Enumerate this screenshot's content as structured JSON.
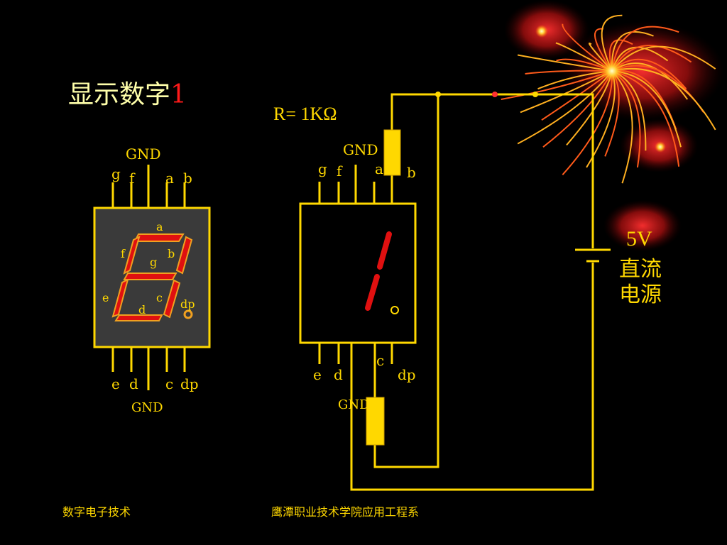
{
  "slide": {
    "title_text": "显示数字",
    "title_digit": "1",
    "resistor_label": "R= 1KΩ",
    "power_voltage": "5V",
    "power_name": "直流电源"
  },
  "left_display": {
    "pin_labels_top": [
      "g",
      "f",
      "a",
      "b"
    ],
    "gnd_top": "GND",
    "pin_labels_bottom": [
      "e",
      "d",
      "c",
      "dp"
    ],
    "gnd_bottom": "GND",
    "segment_labels": [
      "a",
      "b",
      "c",
      "d",
      "e",
      "f",
      "g",
      "dp"
    ]
  },
  "right_display": {
    "pin_labels_top": [
      "g",
      "f",
      "a",
      "b"
    ],
    "gnd_top": "GND",
    "pin_labels_bottom": [
      "e",
      "d",
      "c",
      "dp"
    ],
    "gnd_bottom": "GND",
    "lit_segments": [
      "b",
      "c"
    ]
  },
  "footer": {
    "left": "数字电子技术",
    "center": "鹰潭职业技术学院应用工程系"
  },
  "colors": {
    "wire": "#ffd800",
    "segment_lit": "#e01010",
    "segment_outline": "#f0a020",
    "panel": "#3a3a3a",
    "text_label": "#ffd800"
  }
}
